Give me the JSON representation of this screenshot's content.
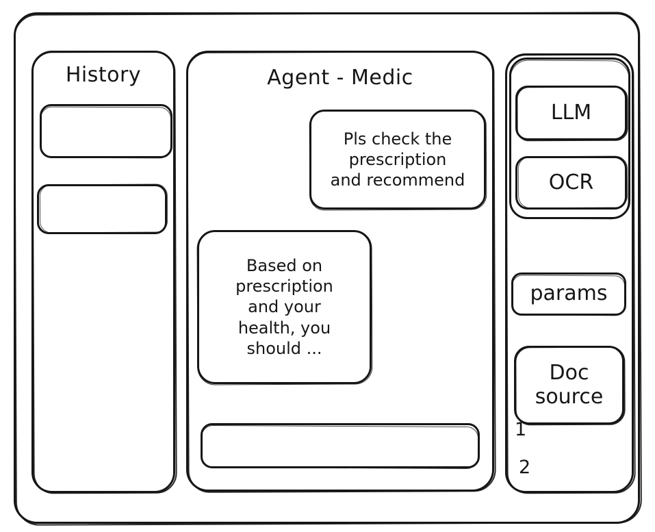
{
  "window": {
    "name": "agent-medic-wireframe"
  },
  "history": {
    "title": "History",
    "items": [
      {
        "label": ""
      },
      {
        "label": ""
      }
    ]
  },
  "agent": {
    "title": "Agent - Medic",
    "messages": [
      {
        "role": "user",
        "lines": [
          "Pls check the",
          "prescription",
          "and recommend"
        ]
      },
      {
        "role": "assistant",
        "lines": [
          "Based on",
          "prescription",
          "and your",
          "health, you",
          "should ..."
        ]
      }
    ],
    "composer": {
      "value": "",
      "placeholder": ""
    }
  },
  "tools": {
    "group": [
      {
        "label": "LLM"
      },
      {
        "label": "OCR"
      }
    ],
    "params": {
      "label": "params"
    },
    "doc_source": {
      "lines": [
        "Doc",
        "source"
      ],
      "indices": [
        "1",
        "2"
      ]
    }
  },
  "colors": {
    "ink": "#161616",
    "paper": "#ffffff"
  }
}
